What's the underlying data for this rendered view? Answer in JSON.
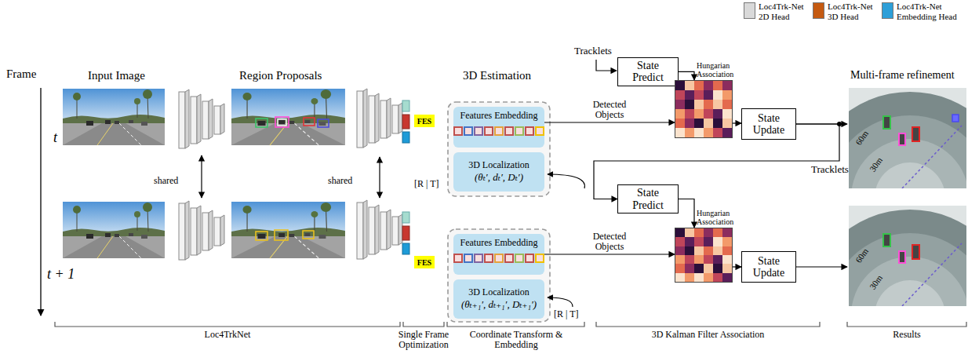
{
  "diagram": {
    "nodes": [
      {
        "text": [
          "FES"
        ]
      },
      {
        "text": [
          "Features Embedding"
        ]
      },
      {
        "text": [
          "3D Localization",
          "(θₜ′, dₜ′, Dₜ′)"
        ]
      },
      {
        "text": [
          "State Predict"
        ]
      },
      {
        "text": [
          "Hungarian Association"
        ]
      },
      {
        "text": [
          "State Update"
        ]
      },
      {
        "text": [
          "FES"
        ]
      },
      {
        "text": [
          "Features Embedding"
        ]
      },
      {
        "text": [
          "3D Localization",
          "(θₜ₊₁′, dₜ₊₁′, Dₜ₊₁′)"
        ]
      },
      {
        "text": [
          "State Predict"
        ]
      },
      {
        "text": [
          "Hungarian Association"
        ]
      },
      {
        "text": [
          "State Update"
        ]
      }
    ],
    "edges": [
      {
        "from": 3,
        "to": 4,
        "arrow": "to"
      },
      {
        "from": 1,
        "to": 4,
        "label": "Detected Objects",
        "arrow": "to"
      },
      {
        "from": 4,
        "to": 5,
        "arrow": "to"
      },
      {
        "from": 5,
        "to": 9,
        "label": "Tracklets",
        "arrow": "to"
      },
      {
        "from": 9,
        "to": 10,
        "arrow": "to"
      },
      {
        "from": 7,
        "to": 10,
        "label": "Detected Objects",
        "arrow": "to"
      },
      {
        "from": 10,
        "to": 11,
        "arrow": "to"
      }
    ],
    "labels": [
      "Frame",
      "Input Image",
      "Region Proposals",
      "3D Estimation",
      "Multi-frame refinement",
      "t",
      "t + 1",
      "shared",
      "shared",
      "Tracklets",
      "[R | T]",
      "[R | T]",
      "60m",
      "30m",
      "60m",
      "30m",
      "Loc4TrkNet",
      "Single Frame Optimization",
      "Coordinate Transform & Embedding",
      "3D Kalman Filter Association",
      "Results"
    ],
    "legend": [
      {
        "text": "Loc4Trk-Net 2D Head",
        "color": "#d9d9d9"
      },
      {
        "text": "Loc4Trk-Net 3D Head",
        "color": "#c55a11"
      },
      {
        "text": "Loc4Trk-Net Embedding Head",
        "color": "#2e9fd8"
      }
    ]
  }
}
